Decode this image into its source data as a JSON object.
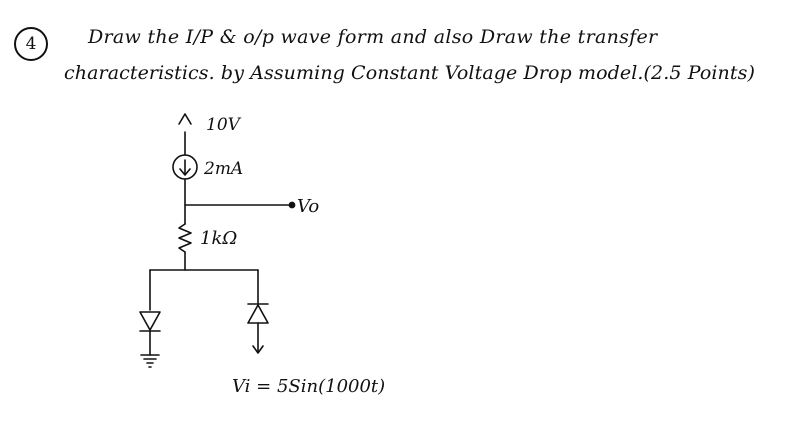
{
  "question": {
    "number": "4",
    "line1": "Draw the I/P & o/p wave form and also Draw the transfer",
    "line2": "characteristics. by Assuming Constant Voltage Drop model.(2.5 Points)"
  },
  "circuit": {
    "supply_label": "10V",
    "current_source_label": "2mA",
    "output_label": "Vo",
    "resistor_label": "1kΩ",
    "input_label": "Vi = 5Sin(1000t)"
  },
  "colors": {
    "ink": "#111111",
    "background": "#ffffff"
  }
}
